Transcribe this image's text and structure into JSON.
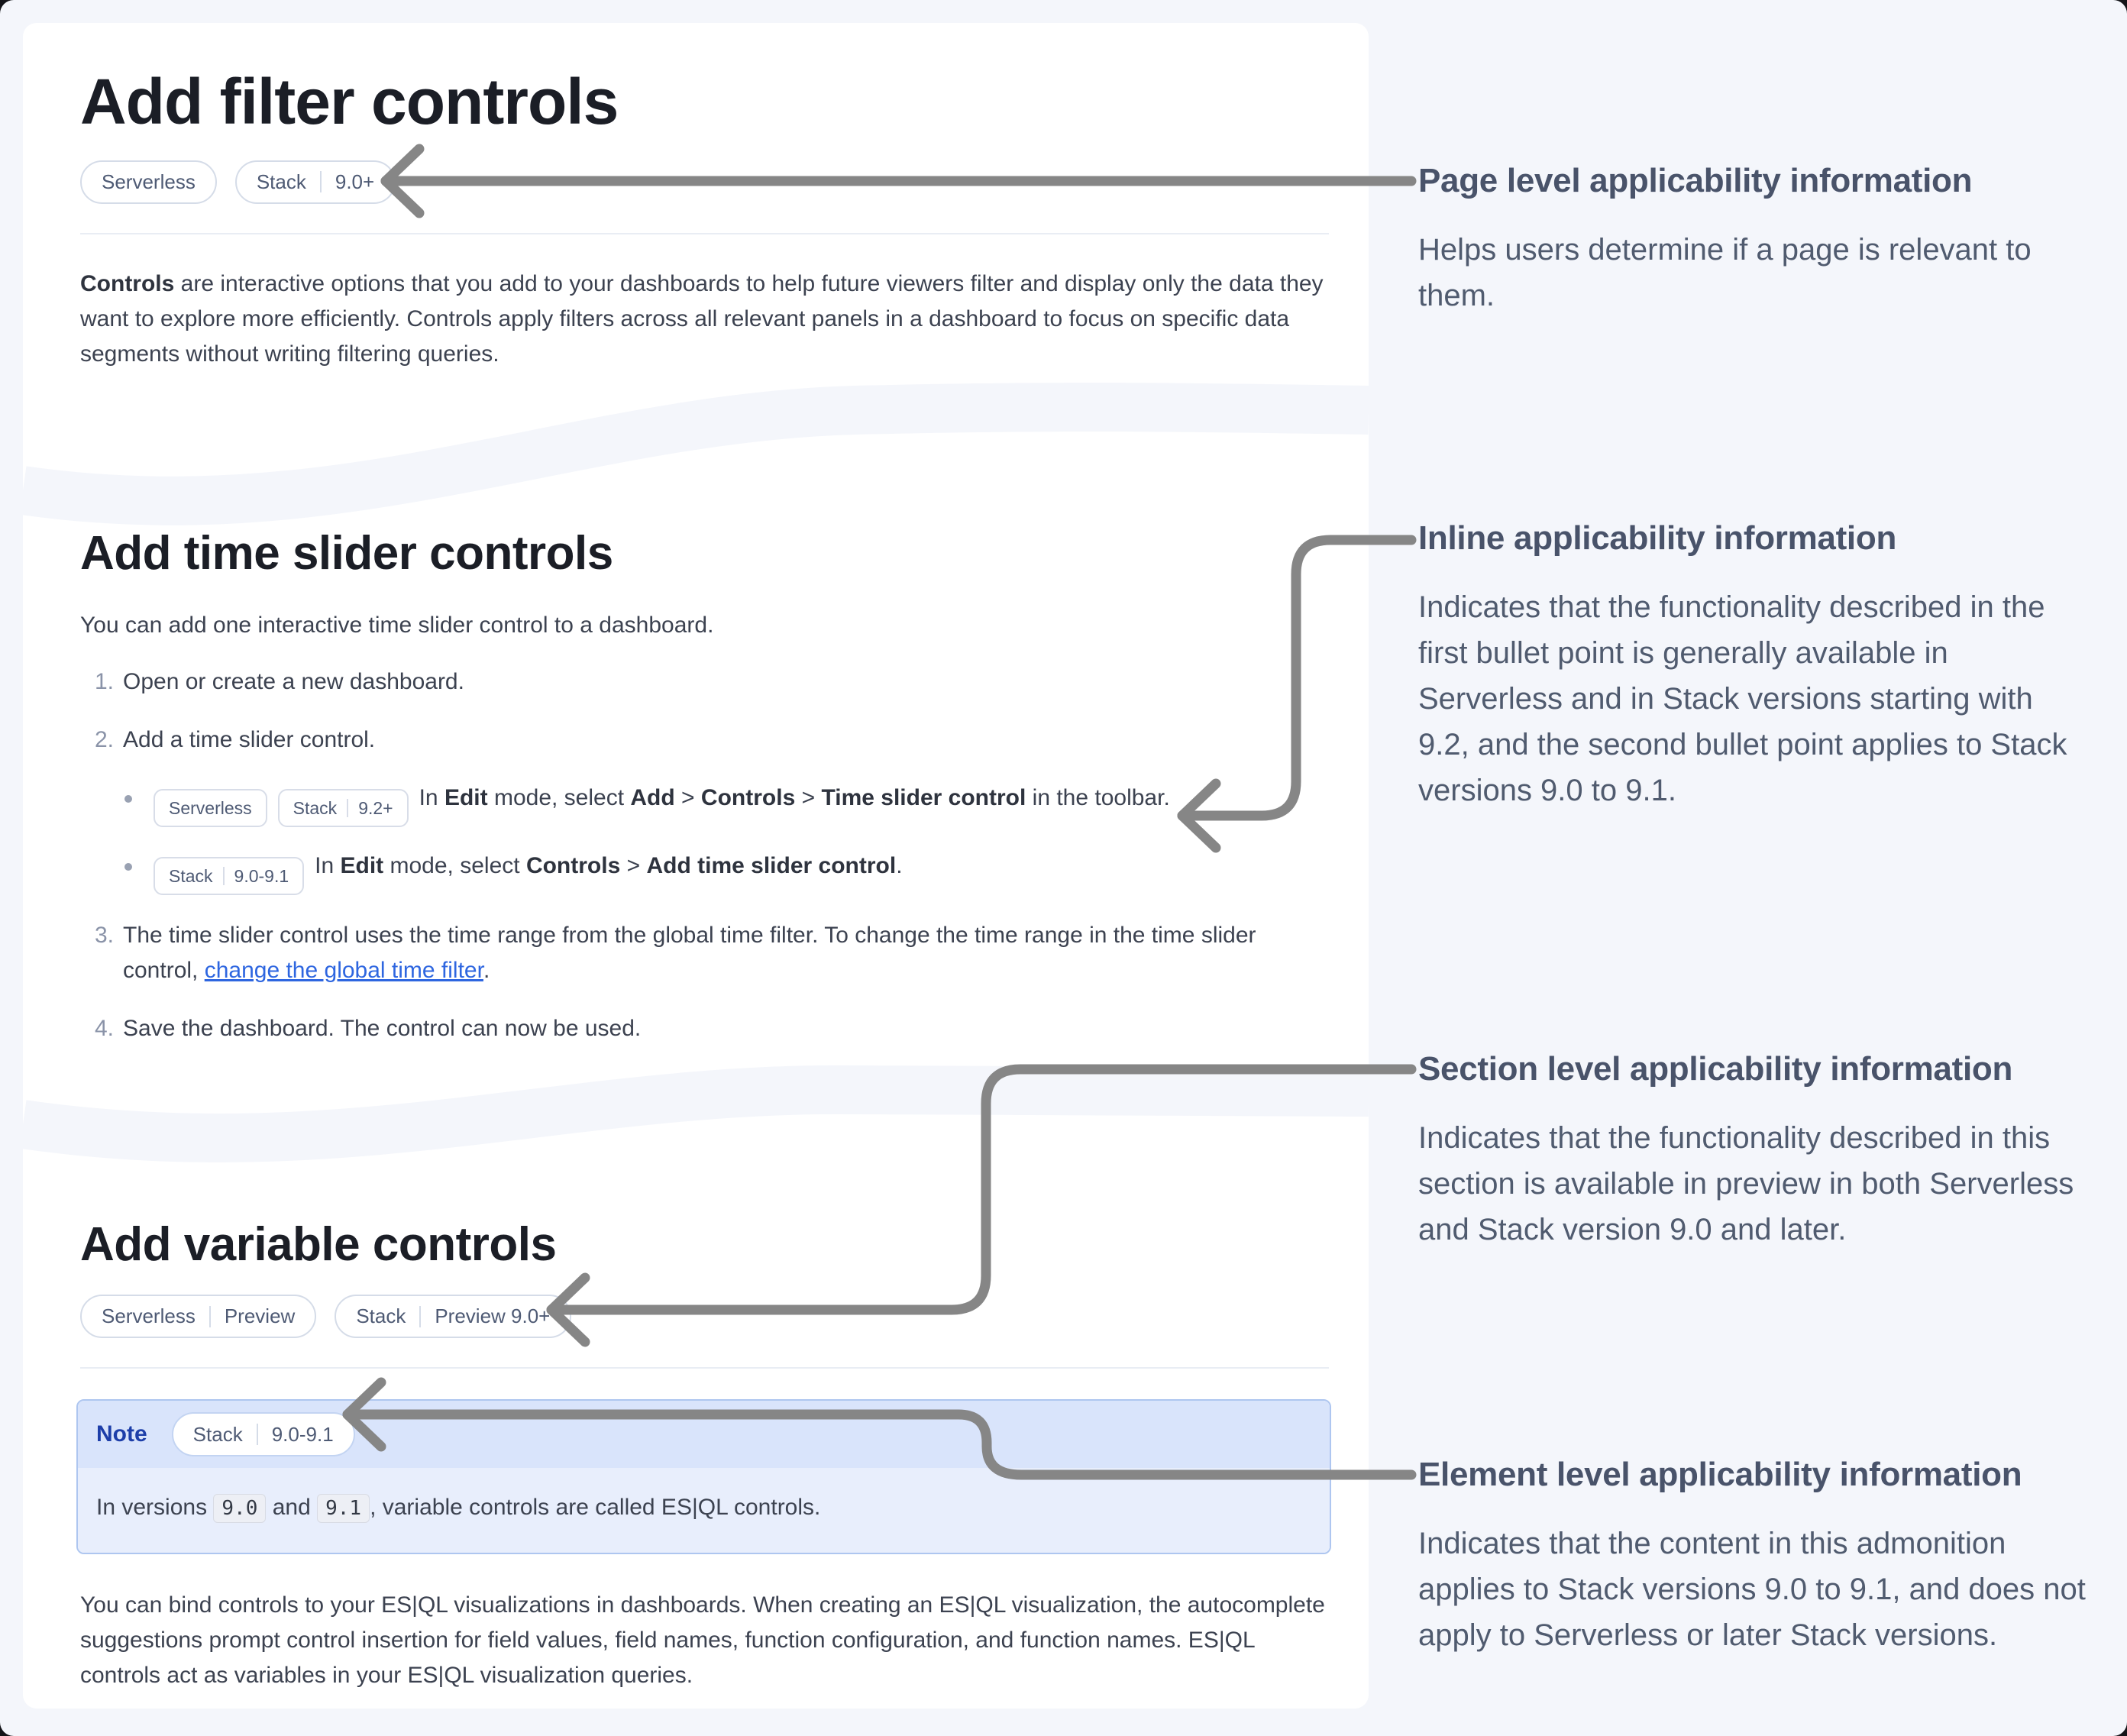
{
  "sections": [
    {
      "heading": "Add filter controls",
      "badges": [
        {
          "parts": [
            "Serverless"
          ]
        },
        {
          "parts": [
            "Stack",
            "9.0+"
          ]
        }
      ],
      "paragraph": [
        {
          "b": "Controls"
        },
        {
          "t": " are interactive options that you add to your dashboards to help future viewers filter and display only the data they want to explore more efficiently. Controls apply filters across all relevant panels in a dashboard to focus on specific data segments without writing filtering queries."
        }
      ]
    },
    {
      "heading": "Add time slider controls",
      "intro": "You can add one interactive time slider control to a dashboard.",
      "steps": [
        {
          "segments": [
            {
              "t": "Open or create a new dashboard."
            }
          ]
        },
        {
          "segments": [
            {
              "t": "Add a time slider control."
            }
          ],
          "bullets": [
            {
              "badges": [
                {
                  "parts": [
                    "Serverless"
                  ]
                },
                {
                  "parts": [
                    "Stack",
                    "9.2+"
                  ]
                }
              ],
              "segments": [
                {
                  "t": "In "
                },
                {
                  "b": "Edit"
                },
                {
                  "t": " mode, select "
                },
                {
                  "b": "Add"
                },
                {
                  "t": " > "
                },
                {
                  "b": "Controls"
                },
                {
                  "t": " > "
                },
                {
                  "b": "Time slider control"
                },
                {
                  "t": " in the toolbar."
                }
              ]
            },
            {
              "badges": [
                {
                  "parts": [
                    "Stack",
                    "9.0-9.1"
                  ]
                }
              ],
              "segments": [
                {
                  "t": "In "
                },
                {
                  "b": "Edit"
                },
                {
                  "t": " mode, select "
                },
                {
                  "b": "Controls"
                },
                {
                  "t": " > "
                },
                {
                  "b": "Add time slider control"
                },
                {
                  "t": "."
                }
              ]
            }
          ]
        },
        {
          "segments": [
            {
              "t": "The time slider control uses the time range from the global time filter. To change the time range in the time slider control, "
            },
            {
              "link": "change the global time filter"
            },
            {
              "t": "."
            }
          ]
        },
        {
          "segments": [
            {
              "t": "Save the dashboard. The control can now be used."
            }
          ]
        }
      ]
    },
    {
      "heading": "Add variable controls",
      "badges": [
        {
          "parts": [
            "Serverless",
            "Preview"
          ]
        },
        {
          "parts": [
            "Stack",
            "Preview 9.0+"
          ]
        }
      ],
      "note": {
        "label": "Note",
        "badge": {
          "parts": [
            "Stack",
            "9.0-9.1"
          ]
        },
        "segments": [
          {
            "t": "In versions "
          },
          {
            "code": "9.0"
          },
          {
            "t": " and "
          },
          {
            "code": "9.1"
          },
          {
            "t": ", variable controls are called ES|QL controls."
          }
        ]
      },
      "paragraph": [
        {
          "t": "You can bind controls to your ES|QL visualizations in dashboards. When creating an ES|QL visualization, the autocomplete suggestions prompt control insertion for field values, field names, function configuration, and function names. ES|QL controls act as variables in your ES|QL visualization queries."
        }
      ]
    }
  ],
  "annotations": [
    {
      "title": "Page level applicability information",
      "body": "Helps users determine if a page is relevant to them."
    },
    {
      "title": "Inline applicability information",
      "body": "Indicates that the functionality described in the first bullet point is generally available in Serverless and in Stack versions starting with 9.2, and the second bullet point applies to Stack versions 9.0 to 9.1."
    },
    {
      "title": "Section level applicability information",
      "body": "Indicates that the functionality described in this section is available in preview in both Serverless and Stack version 9.0 and later."
    },
    {
      "title": "Element level applicability information",
      "body": "Indicates that the content in this admonition applies to Stack versions 9.0 to 9.1, and does not apply to Serverless or later Stack versions."
    }
  ],
  "colors": {
    "page_background": "#f4f6fb",
    "card_background": "#ffffff",
    "link_blue": "#2e66e0",
    "note_label_blue": "#1d3ea9",
    "note_header_background": "#d9e4fb",
    "note_body_background": "#e8eefc",
    "arrow_gray": "#868686",
    "badge_text": "#4e5a74",
    "annotation_text": "#505b6f"
  },
  "icons": {
    "arrow_left": "left-chevron-arrow"
  }
}
